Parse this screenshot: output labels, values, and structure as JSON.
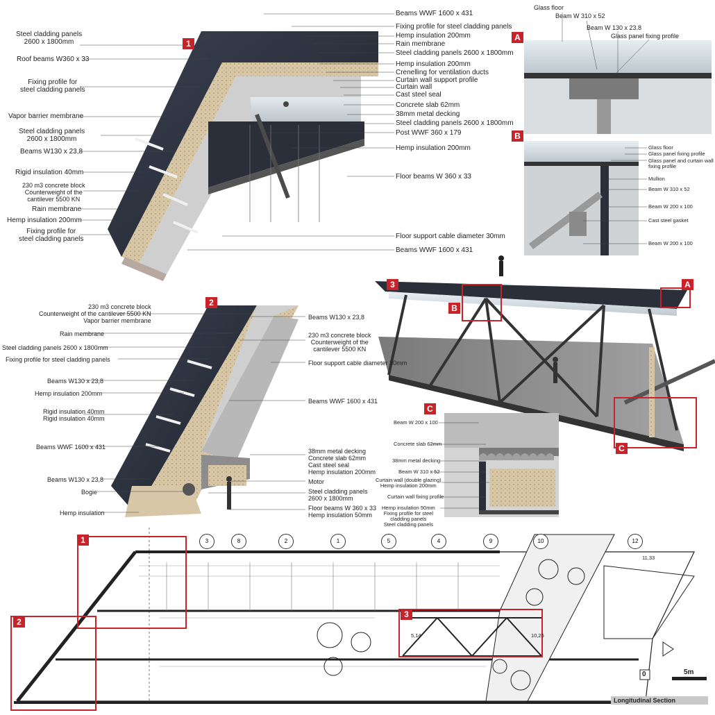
{
  "detail1_labels_left": [
    {
      "text": "Steel cladding panels\n2600 x 1800mm"
    },
    {
      "text": "Roof beams W360 x 33"
    },
    {
      "text": "Fixing profile for\nsteel cladding panels"
    },
    {
      "text": "Vapor barrier membrane"
    },
    {
      "text": "Steel cladding panels\n2600 x 1800mm"
    },
    {
      "text": "Beams W130 x 23,8"
    },
    {
      "text": "Rigid insulation 40mm"
    },
    {
      "text": "230 m3 concrete block\nCounterweight of the\ncantilever 5500 KN"
    },
    {
      "text": "Rain membrane"
    },
    {
      "text": "Hemp insulation 200mm"
    },
    {
      "text": "Fixing profile for\nsteel cladding panels"
    }
  ],
  "detail1_labels_right": [
    "Beams WWF 1600 x 431",
    "Fixing profile for steel cladding panels",
    "Hemp insulation 200mm",
    "Rain membrane",
    "Steel cladding panels 2600 x 1800mm",
    "Hemp insulation 200mm",
    "Crenelling for ventilation ducts",
    "Curtain wall support profile",
    "Curtain wall",
    "Cast steel seal",
    "Concrete slab 62mm",
    "38mm metal decking",
    "Steel cladding panels 2600 x 1800mm",
    "Post WWF 360 x 179",
    "Hemp insulation 200mm",
    "Floor beams W 360 x 33",
    "Floor support cable diameter 30mm",
    "Beams WWF 1600 x 431"
  ],
  "detailA_labels": [
    "Glass floor",
    "Beam W 310 x 52",
    "Beam W 130 x 23.8",
    "Glass panel fixing profile"
  ],
  "detailB_labels": [
    "Glass floor",
    "Glass panel fixing profile",
    "Glass panel and curtain wall\nfixing profile",
    "Mullion",
    "Beam W 310 x 52",
    "Beam W 200 x 100",
    "Cast steel gasket",
    "Beam W 200 x 100"
  ],
  "detail2_labels_left": [
    "230 m3 concrete block\nCounterweight of the cantilever 5500 KN\nVapor barrier membrane",
    "Rain membrane",
    "Steel cladding panels 2600 x 1800mm",
    "Fixing profile for steel cladding panels",
    "Beams W130 x 23,8",
    "Hemp insulation 200mm",
    "Rigid insulation 40mm\nRigid insulation 40mm",
    "Beams WWF 1600 x 431",
    "Beams W130 x 23,8",
    "Bogie",
    "Hemp insulation"
  ],
  "detail2_labels_right": [
    "Beams W130 x 23,8",
    "230 m3 concrete block\nCounterweight of the\ncantilever 5500 KN",
    "Floor support cable diameter 30mm",
    "Beams WWF 1600 x 431",
    "38mm metal decking\nConcrete slab 62mm\nCast steel seal\nHemp insulation 200mm",
    "Motor",
    "Steel cladding panels\n2600 x 1800mm",
    "Floor beams W 360 x 33\nHemp insulation 50mm"
  ],
  "detailC_labels": [
    "Beam W 200 x 100",
    "Concrete slab 62mm",
    "38mm metal decking",
    "Beam W 310 x 52",
    "Curtain wall (double glazing)\nHemp insulation 200mm",
    "Curtain wall fixing profile",
    "Hemp insulation 50mm\nFixing profile for steel\ncladding panels\nSteel cladding panels"
  ],
  "tags": {
    "t1": "1",
    "t2": "2",
    "t3": "3",
    "tA": "A",
    "tB": "B",
    "tC": "C"
  },
  "section": {
    "title": "Longitudinal Section",
    "scale_start": "0",
    "scale_end": "5m",
    "grid_bubbles": [
      "3",
      "8",
      "2",
      "1",
      "5",
      "4",
      "9",
      "10",
      "12"
    ],
    "dim_labels": [
      "11,33",
      "5,14",
      "10,25"
    ]
  },
  "colors": {
    "accent_red": "#c6242a",
    "cladding": "#2a2f3a",
    "insulation": "#d8c7a6",
    "beam": "#b7a9a0",
    "concrete": "#8e8e8e"
  }
}
